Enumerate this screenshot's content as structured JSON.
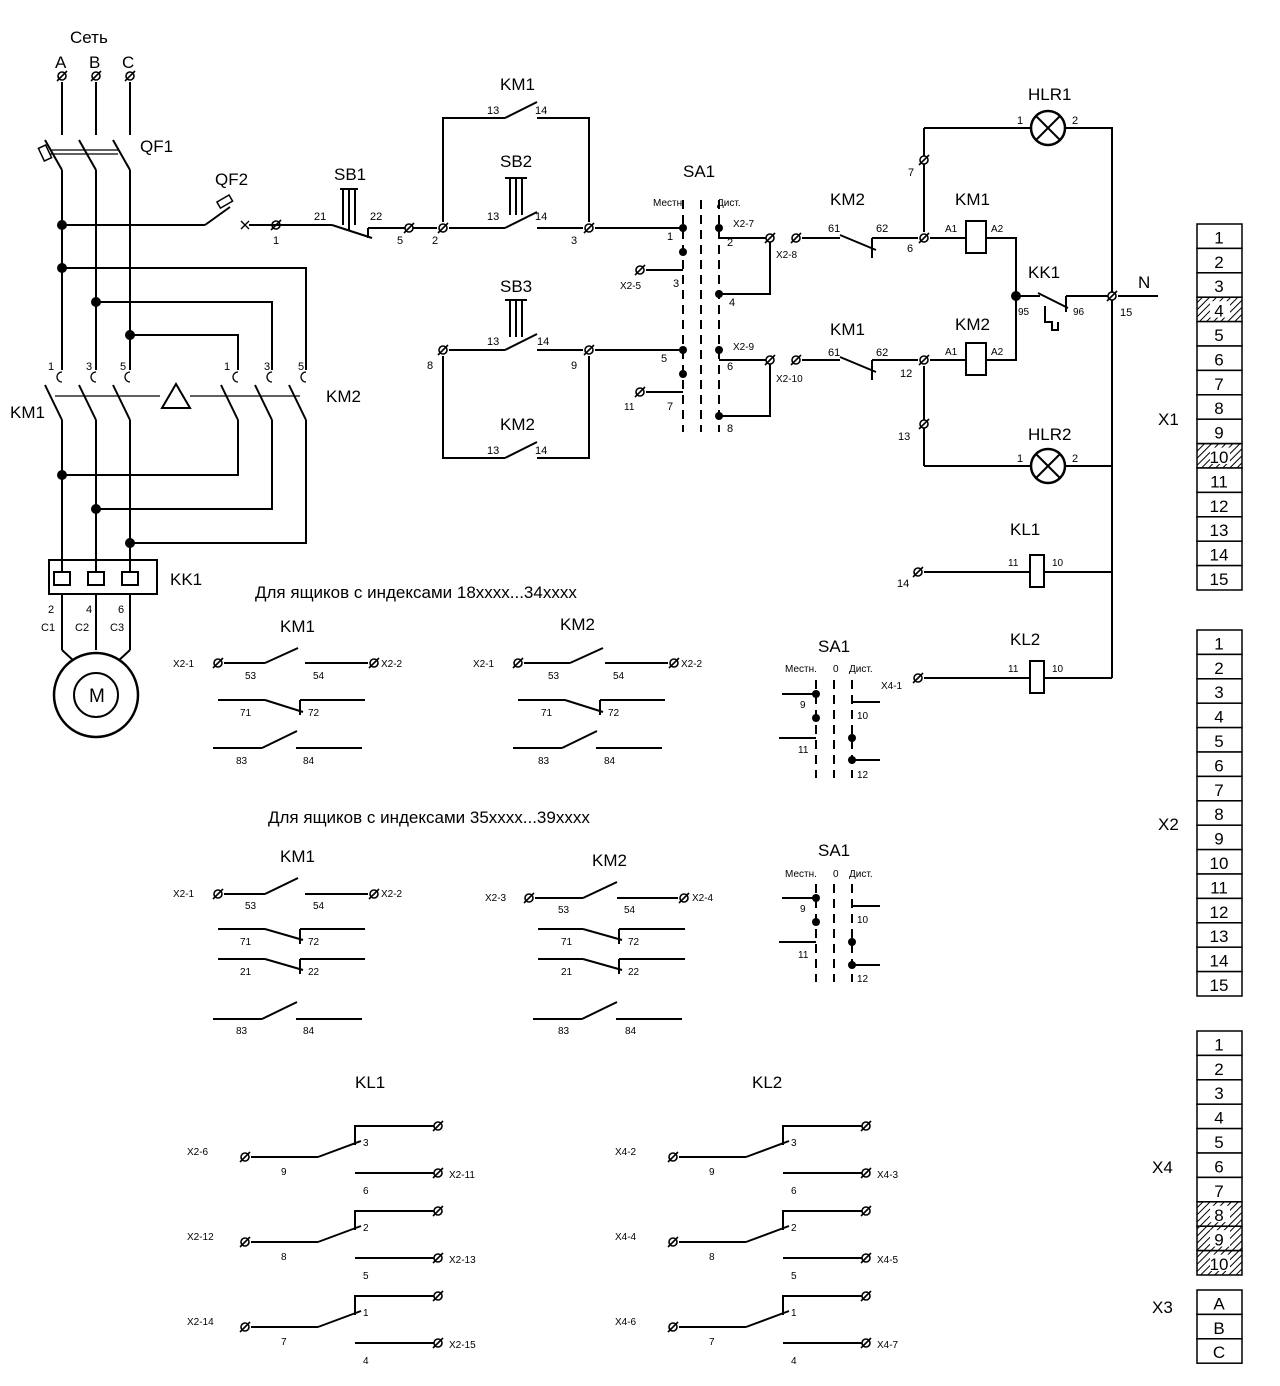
{
  "network": {
    "title": "Сеть",
    "phases": [
      "A",
      "B",
      "C"
    ]
  },
  "power": {
    "qf1": "QF1",
    "qf2": "QF2",
    "km1": "KM1",
    "km2": "KM2",
    "kk1": "KK1",
    "pole_nums": [
      "1",
      "3",
      "5",
      "1",
      "3",
      "5"
    ],
    "out_nums": [
      "2",
      "4",
      "6"
    ],
    "phases_out": [
      "C1",
      "C2",
      "C3"
    ],
    "motor": "M"
  },
  "control": {
    "sb1": "SB1",
    "sb2": "SB2",
    "sb3": "SB3",
    "km1_top": "KM1",
    "km2_bot": "KM2",
    "sa1": "SA1",
    "local": "Местн.",
    "remote": "Дист.",
    "km2_il": "KM2",
    "km1_il": "KM1",
    "km1_coil": "KM1",
    "km2_coil": "KM2",
    "kk1": "KK1",
    "hlr1": "HLR1",
    "hlr2": "HLR2",
    "kl1": "KL1",
    "kl2": "KL2",
    "n": "N",
    "wires": {
      "w1": "1",
      "w21": "21",
      "w22": "22",
      "w5": "5",
      "w2": "2",
      "w13a": "13",
      "w14a": "14",
      "w3": "3",
      "w13b": "13",
      "w14b": "14",
      "w8": "8",
      "w13c": "13",
      "w14c": "14",
      "w9": "9",
      "w13d": "13",
      "w14d": "14",
      "sa_1": "1",
      "sa_2": "2",
      "sa_3": "3",
      "sa_4": "4",
      "sa_5": "5",
      "sa_6": "6",
      "sa_7": "7",
      "sa_8": "8",
      "x25": "X2-5",
      "w11": "11",
      "x27": "X2-7",
      "x28": "X2-8",
      "x29": "X2-9",
      "x210": "X2-10",
      "w61a": "61",
      "w62a": "62",
      "w61b": "61",
      "w62b": "62",
      "w6": "6",
      "w7": "7",
      "w12": "12",
      "w13e": "13",
      "a1a": "A1",
      "a2a": "A2",
      "a1b": "A1",
      "a2b": "A2",
      "w95": "95",
      "w96": "96",
      "w15": "15",
      "l1": "1",
      "l2": "2",
      "l3": "1",
      "l4": "2",
      "w14e": "14",
      "c11a": "11",
      "c10a": "10",
      "x41": "X4-1",
      "c11b": "11",
      "c10b": "10"
    }
  },
  "section1": {
    "title": "Для ящиков с индексами 18xxxx...34xxxx",
    "km1": "KM1",
    "km2": "KM2",
    "sa1": "SA1",
    "x21": "X2-1",
    "x22": "X2-2",
    "x21b": "X2-1",
    "x22b": "X2-2",
    "n53": "53",
    "n54": "54",
    "n71": "71",
    "n72": "72",
    "n83": "83",
    "n84": "84",
    "local": "Местн.",
    "zero": "0",
    "remote": "Дист.",
    "s9": "9",
    "s10": "10",
    "s11": "11",
    "s12": "12"
  },
  "section2": {
    "title": "Для ящиков с индексами 35xxxx...39xxxx",
    "km1": "KM1",
    "km2": "KM2",
    "sa1": "SA1",
    "x21": "X2-1",
    "x22": "X2-2",
    "x23": "X2-3",
    "x24": "X2-4",
    "n53": "53",
    "n54": "54",
    "n71": "71",
    "n72": "72",
    "n21": "21",
    "n22": "22",
    "n83": "83",
    "n84": "84",
    "local": "Местн.",
    "zero": "0",
    "remote": "Дист.",
    "s9": "9",
    "s10": "10",
    "s11": "11",
    "s12": "12"
  },
  "relays": {
    "kl1": "KL1",
    "kl2": "KL2",
    "kl1_rows": [
      {
        "in": "X2-6",
        "com": "9",
        "no": "3",
        "nc": "6",
        "out": "X2-11"
      },
      {
        "in": "X2-12",
        "com": "8",
        "no": "2",
        "nc": "5",
        "out": "X2-13"
      },
      {
        "in": "X2-14",
        "com": "7",
        "no": "1",
        "nc": "4",
        "out": "X2-15"
      }
    ],
    "kl2_rows": [
      {
        "in": "X4-2",
        "com": "9",
        "no": "3",
        "nc": "6",
        "out": "X4-3"
      },
      {
        "in": "X4-4",
        "com": "8",
        "no": "2",
        "nc": "5",
        "out": "X4-5"
      },
      {
        "in": "X4-6",
        "com": "7",
        "no": "1",
        "nc": "4",
        "out": "X4-7"
      }
    ]
  },
  "terminals": {
    "x1": {
      "label": "X1",
      "cells": [
        "1",
        "2",
        "3",
        "4",
        "5",
        "6",
        "7",
        "8",
        "9",
        "10",
        "11",
        "12",
        "13",
        "14",
        "15"
      ],
      "hatched": [
        "4",
        "10"
      ]
    },
    "x2": {
      "label": "X2",
      "cells": [
        "1",
        "2",
        "3",
        "4",
        "5",
        "6",
        "7",
        "8",
        "9",
        "10",
        "11",
        "12",
        "13",
        "14",
        "15"
      ],
      "hatched": []
    },
    "x4": {
      "label": "X4",
      "cells": [
        "1",
        "2",
        "3",
        "4",
        "5",
        "6",
        "7",
        "8",
        "9",
        "10"
      ],
      "hatched": [
        "8",
        "9",
        "10"
      ]
    },
    "x3": {
      "label": "X3",
      "cells": [
        "A",
        "B",
        "C"
      ],
      "hatched": []
    }
  }
}
